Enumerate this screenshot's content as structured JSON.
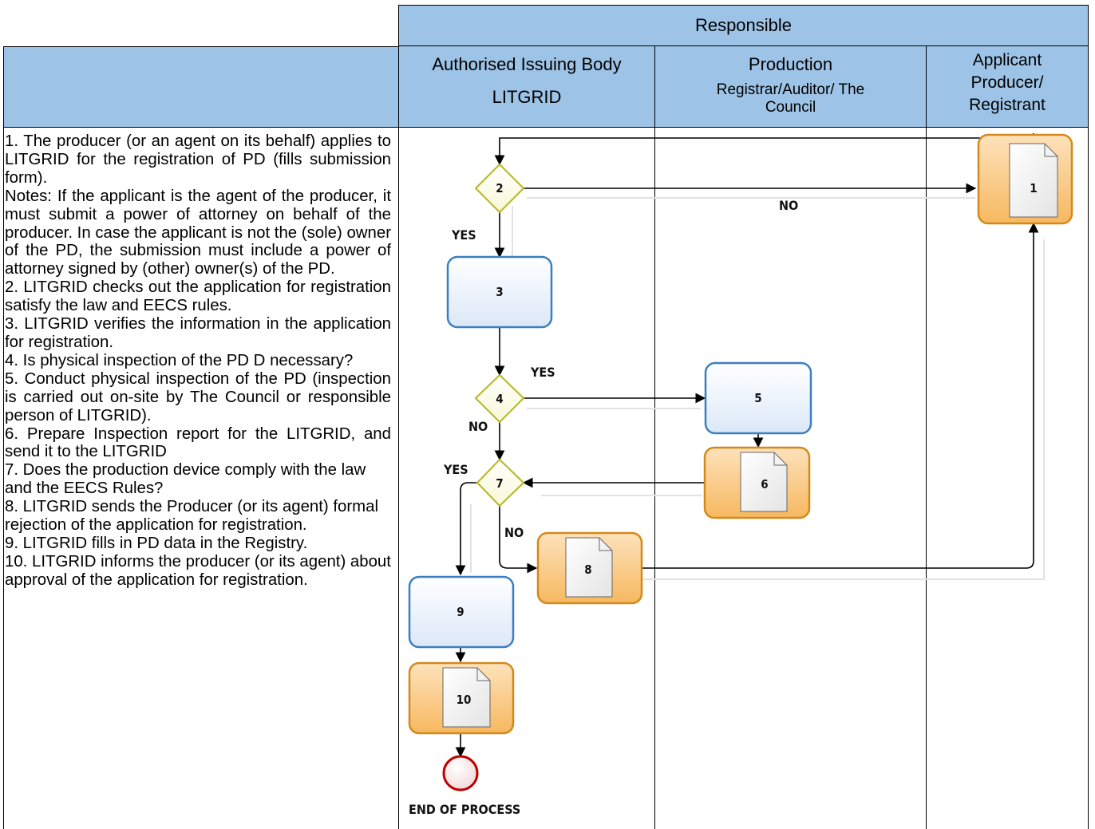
{
  "header": {
    "responsible": "Responsible",
    "lanes": [
      {
        "title": "Authorised Issuing Body",
        "subtitle": "LITGRID"
      },
      {
        "title": "Production",
        "subtitle": "Registrar/Auditor/ The Council"
      },
      {
        "title": "Applicant",
        "subtitle": "Producer/ Registrant"
      }
    ]
  },
  "steps": [
    "1.  The producer (or an agent on its behalf) applies to LITGRID for the registration of PD (fills submission form).",
    "Notes: If the applicant is the agent of the producer, it must submit a power of attorney on behalf of the producer. In case the applicant is not the (sole) owner of the PD, the submission must include a power of attorney signed by (other) owner(s) of the PD.",
    "2.  LITGRID checks out the application for registration satisfy the law and EECS rules.",
    "3.  LITGRID verifies the information in the application for registration.",
    "4.  Is physical inspection of the PD D necessary?",
    "5.  Conduct physical inspection of the PD (inspection is carried out on-site by The Council or responsible person of LITGRID).",
    "6.  Prepare Inspection report for the LITGRID, and send it to the LITGRID",
    "7.  Does the production device comply with the law and the EECS Rules?",
    "8.  LITGRID sends the Producer (or its agent) formal rejection of the application for registration.",
    "9.  LITGRID fills in PD data in the Registry.",
    "10. LITGRID informs the producer (or its agent) about approval of the application for registration."
  ],
  "flow": {
    "nodes": [
      {
        "id": "1",
        "kind": "document",
        "label": "1"
      },
      {
        "id": "2",
        "kind": "decision",
        "label": "2"
      },
      {
        "id": "3",
        "kind": "process",
        "label": "3"
      },
      {
        "id": "4",
        "kind": "decision",
        "label": "4"
      },
      {
        "id": "5",
        "kind": "process",
        "label": "5"
      },
      {
        "id": "6",
        "kind": "document",
        "label": "6"
      },
      {
        "id": "7",
        "kind": "decision",
        "label": "7"
      },
      {
        "id": "8",
        "kind": "document",
        "label": "8"
      },
      {
        "id": "9",
        "kind": "process",
        "label": "9"
      },
      {
        "id": "10",
        "kind": "document",
        "label": "10"
      },
      {
        "id": "end",
        "kind": "end",
        "label": "END OF PROCESS"
      }
    ],
    "edge_labels": {
      "no_2_1": "NO",
      "yes_2_3": "YES",
      "yes_4_5": "YES",
      "no_4_7": "NO",
      "yes_7_9": "YES",
      "no_7_8": "NO"
    }
  },
  "colors": {
    "header_fill": "#9dc3e6",
    "process_border": "#3b7fc0",
    "document_border": "#d4891a",
    "decision_border": "#b5b820",
    "end_border": "#c00000"
  }
}
